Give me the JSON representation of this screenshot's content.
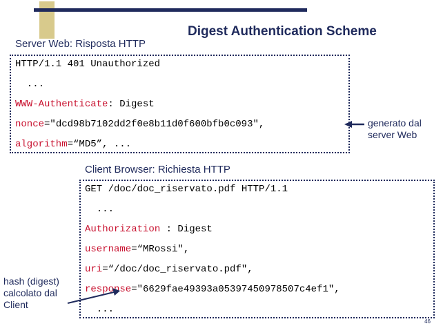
{
  "title": "Digest Authentication Scheme",
  "server_section": {
    "label": "Server Web: Risposta HTTP",
    "lines": [
      {
        "key": "",
        "rest": "HTTP/1.1 401 Unauthorized"
      },
      {
        "key": "",
        "rest": "  ..."
      },
      {
        "key": "WWW-Authenticate",
        "rest": ": Digest"
      },
      {
        "key": "nonce",
        "rest": "=\"dcd98b7102dd2f0e8b11d0f600bfb0c093\","
      },
      {
        "key": "algorithm",
        "rest": "=“MD5”, ..."
      }
    ]
  },
  "client_section": {
    "label": "Client Browser: Richiesta HTTP",
    "lines": [
      {
        "key": "",
        "rest": "GET /doc/doc_riservato.pdf HTTP/1.1"
      },
      {
        "key": "",
        "rest": "  ..."
      },
      {
        "key": "Authorization",
        "rest": " : Digest"
      },
      {
        "key": "username",
        "rest": "=“MRossi\","
      },
      {
        "key": "uri",
        "rest": "=“/doc/doc_riservato.pdf\","
      },
      {
        "key": "response",
        "rest": "=\"6629fae49393a05397450978507c4ef1\","
      },
      {
        "key": "",
        "rest": "  ..."
      }
    ]
  },
  "annotation_server": {
    "line1": "generato dal",
    "line2": "server Web"
  },
  "annotation_client": {
    "line1": "hash (digest)",
    "line2": "calcolato dal",
    "line3": "Client"
  },
  "page_number": "46",
  "colors": {
    "accent": "#1f2a5c",
    "keyword": "#c8102e",
    "deco": "#d8ca8c"
  }
}
